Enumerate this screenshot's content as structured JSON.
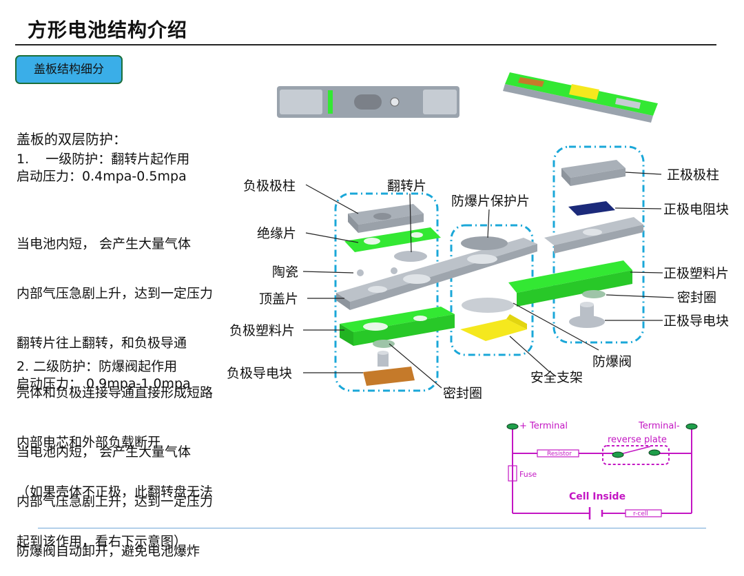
{
  "header": {
    "title": "方形电池结构介绍"
  },
  "badge": {
    "label": "盖板结构细分"
  },
  "intro": {
    "heading": "盖板的双层防护：",
    "level1_title": "1.    一级防护：翻转片起作用",
    "level1_pressure": "启动压力：0.4mpa-0.5mpa",
    "level1_desc": [
      "当电池内短， 会产生大量气体",
      "内部气压急剧上升，达到一定压力",
      "翻转片往上翻转，和负极导通",
      "壳体和负极连接导通直接形成短路",
      "内部电芯和外部负载断开",
      "（如果壳体不正极，此翻转盘无法",
      "起到该作用，看右下示意图）"
    ],
    "level2_title": "2. 二级防护：防爆阀起作用",
    "level2_pressure": "启动压力： 0.9mpa-1.0mpa",
    "level2_desc": [
      "当电池内短， 会产生大量气体",
      "内部气压急剧上升，达到一定压力",
      "防爆阀自动卸开，避免电池爆炸"
    ]
  },
  "parts": {
    "neg_pole": "负极极柱",
    "flip_plate": "翻转片",
    "insulator": "绝缘片",
    "ceramic": "陶瓷",
    "top_cover": "顶盖片",
    "neg_plastic": "负极塑料片",
    "neg_conductor": "负极导电块",
    "seal_bottom": "密封圈",
    "vent_protector": "防爆片保护片",
    "safety_bracket": "安全支架",
    "vent_valve": "防爆阀",
    "pos_pole": "正极极柱",
    "pos_resistor": "正极电阻块",
    "pos_plastic": "正极塑料片",
    "seal_right": "密封圈",
    "pos_conductor": "正极导电块"
  },
  "circuit": {
    "pos_terminal": "+ Terminal",
    "neg_terminal": "Terminal-",
    "reverse_plate": "reverse plate",
    "resistor": "Resistor",
    "fuse": "Fuse",
    "cell_inside": "Cell Inside",
    "r_cell": "r-cell"
  },
  "colors": {
    "accent_blue": "#3aaee8",
    "part_green": "#33e833",
    "part_gray": "#b9bfc7",
    "circuit_magenta": "#c316c3",
    "terminal_green": "#1f9e4a",
    "dashed_group": "#1aa7d8"
  }
}
